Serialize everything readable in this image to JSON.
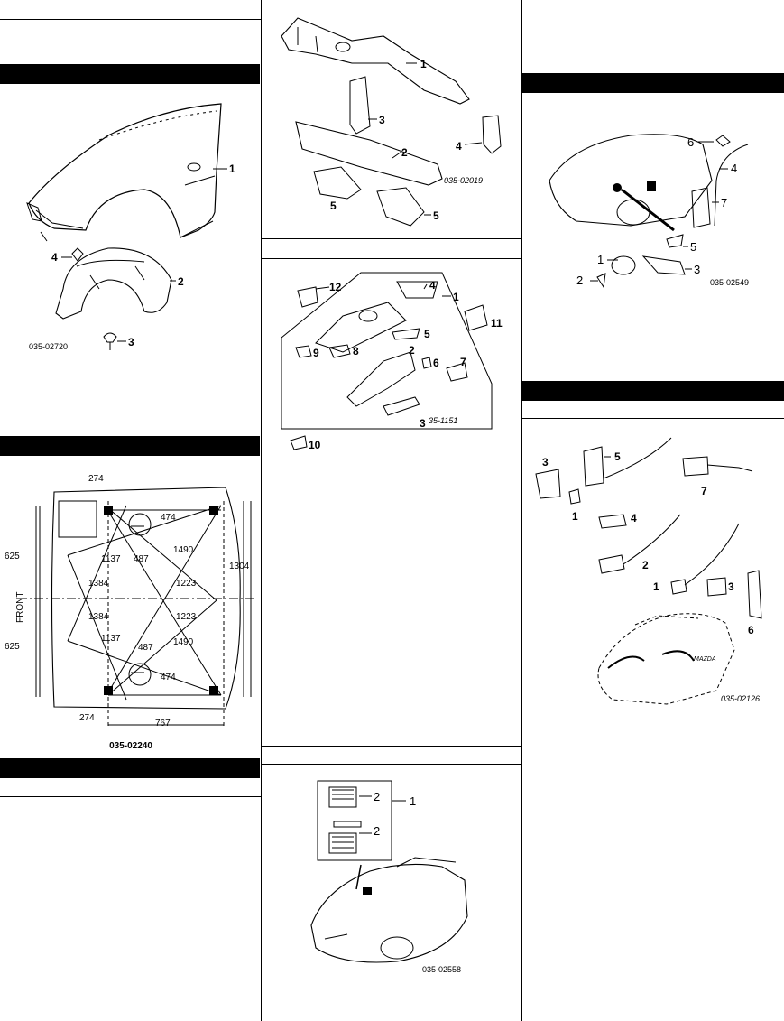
{
  "figures": {
    "front_fender": {
      "code": "035-02720",
      "callouts": [
        "1",
        "2",
        "3",
        "4"
      ]
    },
    "underbody_dimensions": {
      "caption": "035-02240",
      "front_label": "FRONT",
      "dims": {
        "d274_top": "274",
        "d474_top": "474",
        "d625_top": "625",
        "d1137_top": "1137",
        "d487_top": "487",
        "d1490_top": "1490",
        "d1304": "1304",
        "d1384_top": "1384",
        "d1223_top": "1223",
        "d1223_bot": "1223",
        "d1384_bot": "1384",
        "d625_bot": "625",
        "d1137_bot": "1137",
        "d487_bot": "487",
        "d1490_bot": "1490",
        "d474_bot": "474",
        "d274_bot": "274",
        "d767": "767"
      }
    },
    "front_frame": {
      "code": "035-02019",
      "callouts": [
        "1",
        "3",
        "2",
        "4",
        "5",
        "5"
      ]
    },
    "front_side_members": {
      "code": "35-1151",
      "callouts": [
        "12",
        "4",
        "1",
        "11",
        "5",
        "8",
        "2",
        "9",
        "6",
        "7",
        "3",
        "10"
      ]
    },
    "relay_block": {
      "code": "035-02558",
      "callouts": [
        "2",
        "1",
        "2"
      ]
    },
    "hood_release": {
      "code": "035-02549",
      "callouts": [
        "6",
        "4",
        "7",
        "5",
        "1",
        "3",
        "2"
      ]
    },
    "headlight_harness": {
      "code": "035-02126",
      "callouts": [
        "3",
        "5",
        "7",
        "1",
        "4",
        "2",
        "1",
        "3",
        "6"
      ],
      "brand_mark": "MAZDA"
    }
  }
}
